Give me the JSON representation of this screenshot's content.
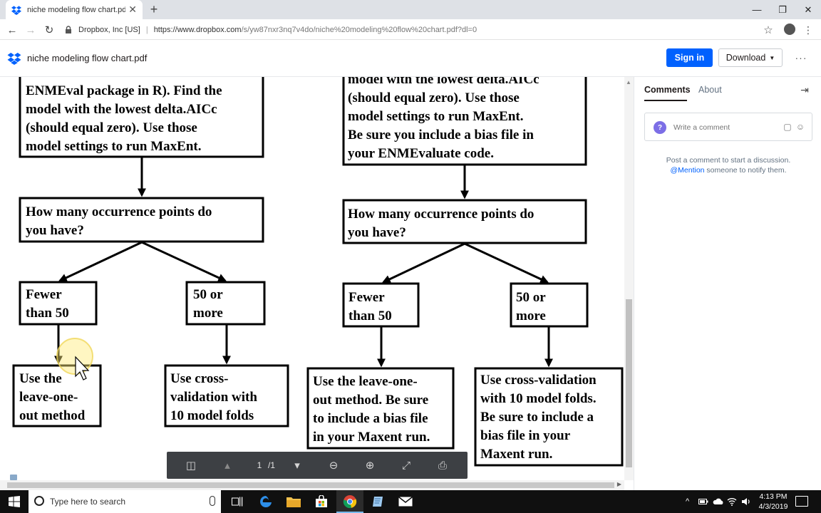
{
  "browser": {
    "tab_title": "niche modeling flow chart.pdf",
    "tab_close": "✕",
    "new_tab": "+",
    "window_min": "—",
    "window_restore": "❐",
    "window_close": "✕",
    "site_org": "Dropbox, Inc [US]",
    "url_host": "https://www.dropbox.com",
    "url_rest": "/s/yw87nxr3nq7v4do/niche%20modeling%20flow%20chart.pdf?dl=0",
    "icons": {
      "back": "←",
      "forward": "→",
      "reload": "↻",
      "star": "☆",
      "menu": "⋮"
    }
  },
  "header": {
    "doc_title": "niche modeling flow chart.pdf",
    "signin_label": "Sign in",
    "download_label": "Download",
    "download_caret": "▼",
    "more_label": "···",
    "brand_color": "#0061fe"
  },
  "flowchart": {
    "left": {
      "top_box": [
        "ENMEval package in R). Find the",
        "model with the lowest delta.AICc",
        "(should equal zero). Use those",
        "model settings to run MaxEnt."
      ],
      "question": [
        "How many occurrence points do",
        "you have?"
      ],
      "branch_a": [
        "Fewer",
        "than 50"
      ],
      "branch_b": [
        "50 or",
        "more"
      ],
      "result_a": [
        "Use the",
        "leave-one-",
        "out method"
      ],
      "result_b": [
        "Use cross-",
        "validation with",
        "10 model folds"
      ]
    },
    "right": {
      "top_box": [
        "model with the lowest delta.AICc",
        "(should equal zero). Use those",
        "model settings to run MaxEnt.",
        "Be sure you include a bias file in",
        "your ENMEvaluate code."
      ],
      "question": [
        "How many occurrence points do",
        "you have?"
      ],
      "branch_a": [
        "Fewer",
        "than 50"
      ],
      "branch_b": [
        "50 or",
        "more"
      ],
      "result_a": [
        "Use the leave-one-",
        "out method. Be sure",
        "to include a bias file",
        "in your Maxent run."
      ],
      "result_b": [
        "Use cross-validation",
        "with 10 model folds.",
        "Be sure to include a",
        "bias file in your",
        "Maxent run."
      ]
    }
  },
  "viewer_toolbar": {
    "current_page": "1",
    "total_pages": "/1",
    "icons": {
      "sidebar": "◫",
      "prev": "▴",
      "next": "▾",
      "zoom_out": "⊖",
      "zoom_in": "⊕",
      "fullscreen": "⤢",
      "print": "⎙"
    }
  },
  "side_panel": {
    "tab_comments": "Comments",
    "tab_about": "About",
    "collapse": "⇥",
    "avatar_initial": "?",
    "comment_placeholder": "Write a comment",
    "comment_icons": {
      "attach": "▢",
      "emoji": "☺"
    },
    "hint_line1": "Post a comment to start a discussion.",
    "hint_mention": "@Mention",
    "hint_line2": " someone to notify them."
  },
  "taskbar": {
    "search_placeholder": "Type here to search",
    "time": "4:13 PM",
    "date": "4/3/2019",
    "tray_chevron": "^"
  }
}
